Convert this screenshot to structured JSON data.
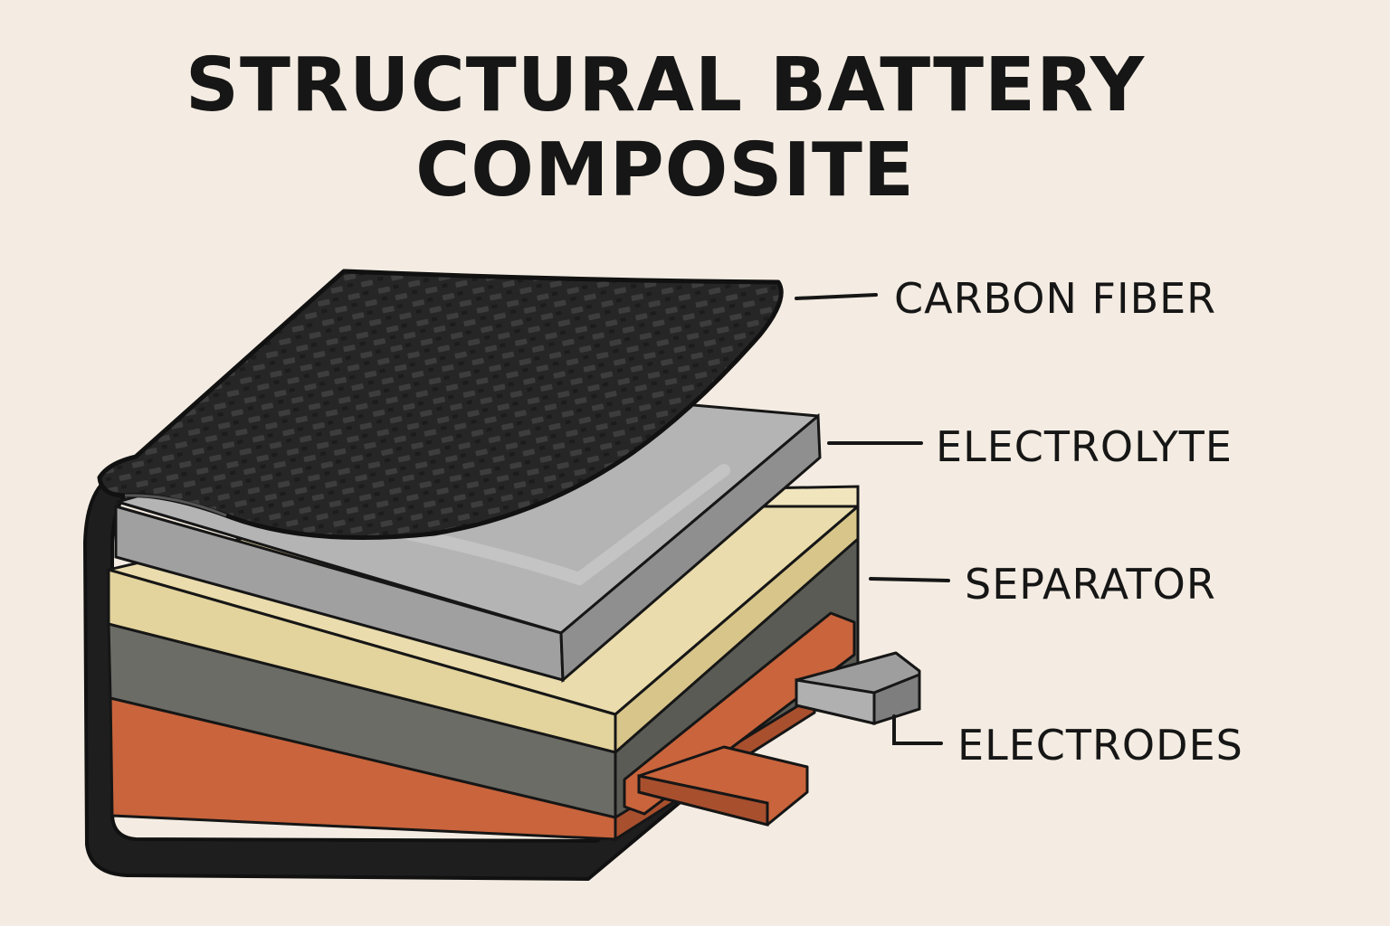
{
  "title": {
    "line1": "STRUCTURAL BATTERY",
    "line2": "COMPOSITE"
  },
  "labels": {
    "carbon_fiber": "CARBON FIBER",
    "electrolyte": "ELECTROLYTE",
    "separator": "SEPARATOR",
    "electrodes": "ELECTRODES"
  },
  "colors": {
    "background": "#f4ece2",
    "carbon_fiber": "#2a2a2a",
    "electrolyte": "#a8a8a8",
    "separator": "#e8d9a6",
    "electrode_body": "#6b6c66",
    "copper": "#c9643c",
    "tab_gray": "#9a9a9a",
    "outline": "#161616"
  }
}
